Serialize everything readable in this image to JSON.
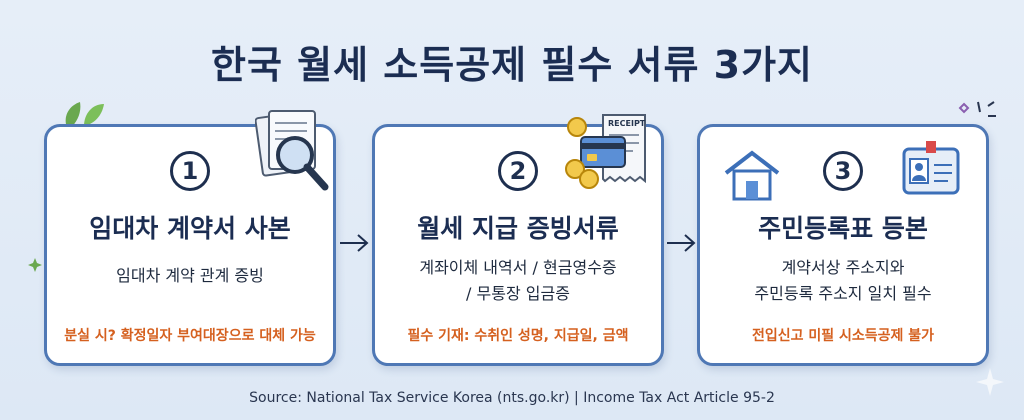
{
  "title": "한국 월세 소득공제 필수 서류 3가지",
  "cards": [
    {
      "number": "1",
      "title": "임대차 계약서 사본",
      "desc_lines": [
        "임대차 계약 관계 증빙"
      ],
      "note": "분실 시? 확정일자 부여대장으로 대체 가능",
      "icon": "document-magnifier-icon"
    },
    {
      "number": "2",
      "title": "월세 지급 증빙서류",
      "desc_lines": [
        "계좌이체 내역서 / 현금영수증",
        "/ 무통장 입금증"
      ],
      "note": "필수 기재: 수취인 성명, 지급일, 금액",
      "icon": "receipt-card-coins-icon",
      "receipt_label": "RECEIPT"
    },
    {
      "number": "3",
      "title": "주민등록표 등본",
      "desc_lines": [
        "계약서상 주소지와",
        "주민등록 주소지 일치 필수"
      ],
      "note": "전입신고 미필 시소득공제 불가",
      "icon": "house-id-card-icon"
    }
  ],
  "source": "Source: National Tax Service Korea (nts.go.kr)  |  Income Tax Act Article 95-2",
  "colors": {
    "background": "#e2ebf6",
    "card_border": "#4f78b5",
    "title": "#1b2d52",
    "note": "#d5601f"
  }
}
